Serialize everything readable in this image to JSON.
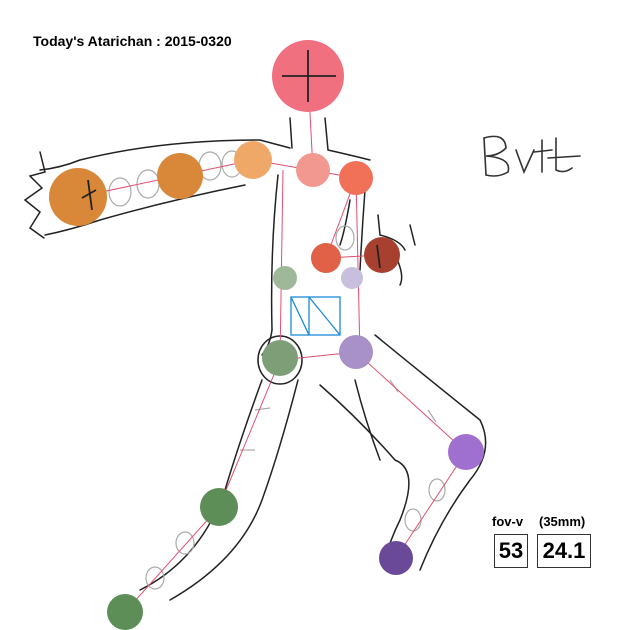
{
  "header": {
    "title": "Today's Atarichan : 2015-0320"
  },
  "signature": {
    "text": "BvH"
  },
  "readout": {
    "fov_label": "fov-v",
    "fov_value": "53",
    "lens_label": "(35mm)",
    "lens_value": "24.1"
  },
  "colors": {
    "head": "#f07080",
    "right_arm": "#d88838",
    "right_arm_light": "#f0a868",
    "torso_light": "#f29890",
    "left_shoulder": "#f07058",
    "left_arm": "#e06048",
    "left_hand": "#a84030",
    "right_leg": "#5e8e58",
    "left_leg": "#a890c8",
    "left_foot": "#6a4a98",
    "bone_line": "#e05070",
    "pelvis_box": "#1a8ad8"
  }
}
